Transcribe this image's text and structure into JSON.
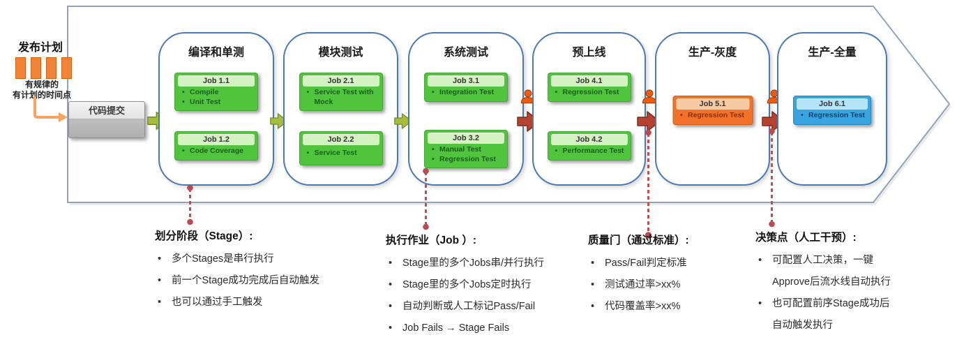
{
  "left_panel": {
    "title": "发布计划",
    "schedule_note_line1": "有规律的",
    "schedule_note_line2": "有计划的时间点",
    "commit_label": "代码提交"
  },
  "stages": [
    {
      "title": "编译和单测",
      "jobs": [
        {
          "name": "Job 1.1",
          "tasks": [
            "Compile",
            "Unit Test"
          ]
        },
        {
          "name": "Job 1.2",
          "tasks": [
            "Code Coverage"
          ]
        }
      ]
    },
    {
      "title": "模块测试",
      "jobs": [
        {
          "name": "Job 2.1",
          "tasks": [
            "Service Test with Mock"
          ]
        },
        {
          "name": "Job 2.2",
          "tasks": [
            "Service Test"
          ]
        }
      ]
    },
    {
      "title": "系统测试",
      "jobs": [
        {
          "name": "Job 3.1",
          "tasks": [
            "Integration Test"
          ]
        },
        {
          "name": "Job 3.2",
          "tasks": [
            "Manual Test",
            "Regression Test"
          ]
        }
      ]
    },
    {
      "title": "预上线",
      "jobs": [
        {
          "name": "Job 4.1",
          "tasks": [
            "Regression Test"
          ]
        },
        {
          "name": "Job 4.2",
          "tasks": [
            "Performance Test"
          ]
        }
      ]
    },
    {
      "title": "生产-灰度",
      "jobs": [
        {
          "name": "Job 5.1",
          "tasks": [
            "Regression Test"
          ]
        }
      ]
    },
    {
      "title": "生产-全量",
      "jobs": [
        {
          "name": "Job 6.1",
          "tasks": [
            "Regression Test"
          ]
        }
      ]
    }
  ],
  "annotations": [
    {
      "title": "划分阶段（Stage）:",
      "bullets": [
        "多个Stages是串行执行",
        "前一个Stage成功完成后自动触发",
        "也可以通过手工触发"
      ]
    },
    {
      "title": "执行作业（Job ）:",
      "bullets": [
        "Stage里的多个Jobs串/并行执行",
        "Stage里的多个Jobs定时执行",
        "自动判断或人工标记Pass/Fail",
        "Job Fails → Stage Fails"
      ]
    },
    {
      "title": "质量门（通过标准）:",
      "bullets": [
        "Pass/Fail判定标准",
        "测试通过率>xx%",
        "代码覆盖率>xx%"
      ]
    },
    {
      "title": "决策点（人工干预）:",
      "bullets": [
        "可配置人工决策，一键Approve后流水线自动执行",
        "也可配置前序Stage成功后自动触发执行"
      ]
    }
  ],
  "colors": {
    "stage_border": "#4a79b0",
    "chevron_border": "#93a2b8",
    "job_green": "#4fc43c",
    "job_orange": "#f1722b",
    "job_blue": "#38a5e0",
    "flow_arrow_olive": "#9fb83a",
    "flow_arrow_red": "#b4422e",
    "gate_person_orange": "#eb5a0f",
    "connector_red": "#c0504d",
    "schedule_bar_orange": "#f08438"
  }
}
